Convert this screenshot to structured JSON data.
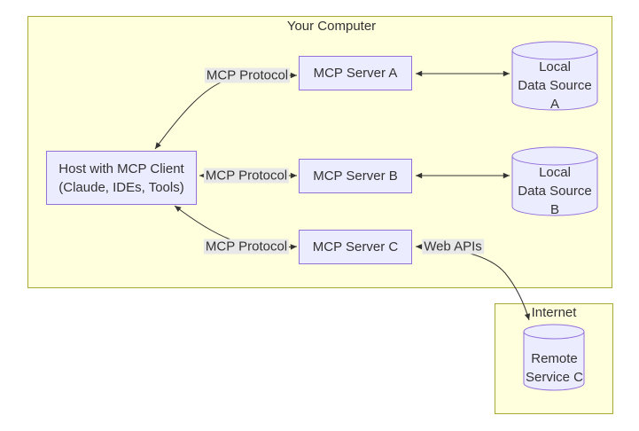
{
  "containers": {
    "your_computer": {
      "label": "Your Computer"
    },
    "internet": {
      "label": "Internet"
    }
  },
  "nodes": {
    "host": {
      "line1": "Host with MCP Client",
      "line2": "(Claude, IDEs, Tools)"
    },
    "server_a": {
      "label": "MCP Server A"
    },
    "server_b": {
      "label": "MCP Server B"
    },
    "server_c": {
      "label": "MCP Server C"
    },
    "datasource_a": {
      "line1": "Local",
      "line2": "Data Source A"
    },
    "datasource_b": {
      "line1": "Local",
      "line2": "Data Source B"
    },
    "remote_service_c": {
      "line1": "Remote",
      "line2": "Service C"
    }
  },
  "edge_labels": {
    "protocol_a": "MCP Protocol",
    "protocol_b": "MCP Protocol",
    "protocol_c": "MCP Protocol",
    "web_apis": "Web APIs"
  },
  "colors": {
    "node_fill": "#ECECFF",
    "node_border": "#9370DB",
    "cluster_fill": "#FFFFDE",
    "cluster_border": "#AAAA33",
    "edge_label_bg": "#E8E8E8",
    "edge_stroke": "#333333",
    "text": "#333333",
    "canvas_bg": "#FFFFFF"
  }
}
